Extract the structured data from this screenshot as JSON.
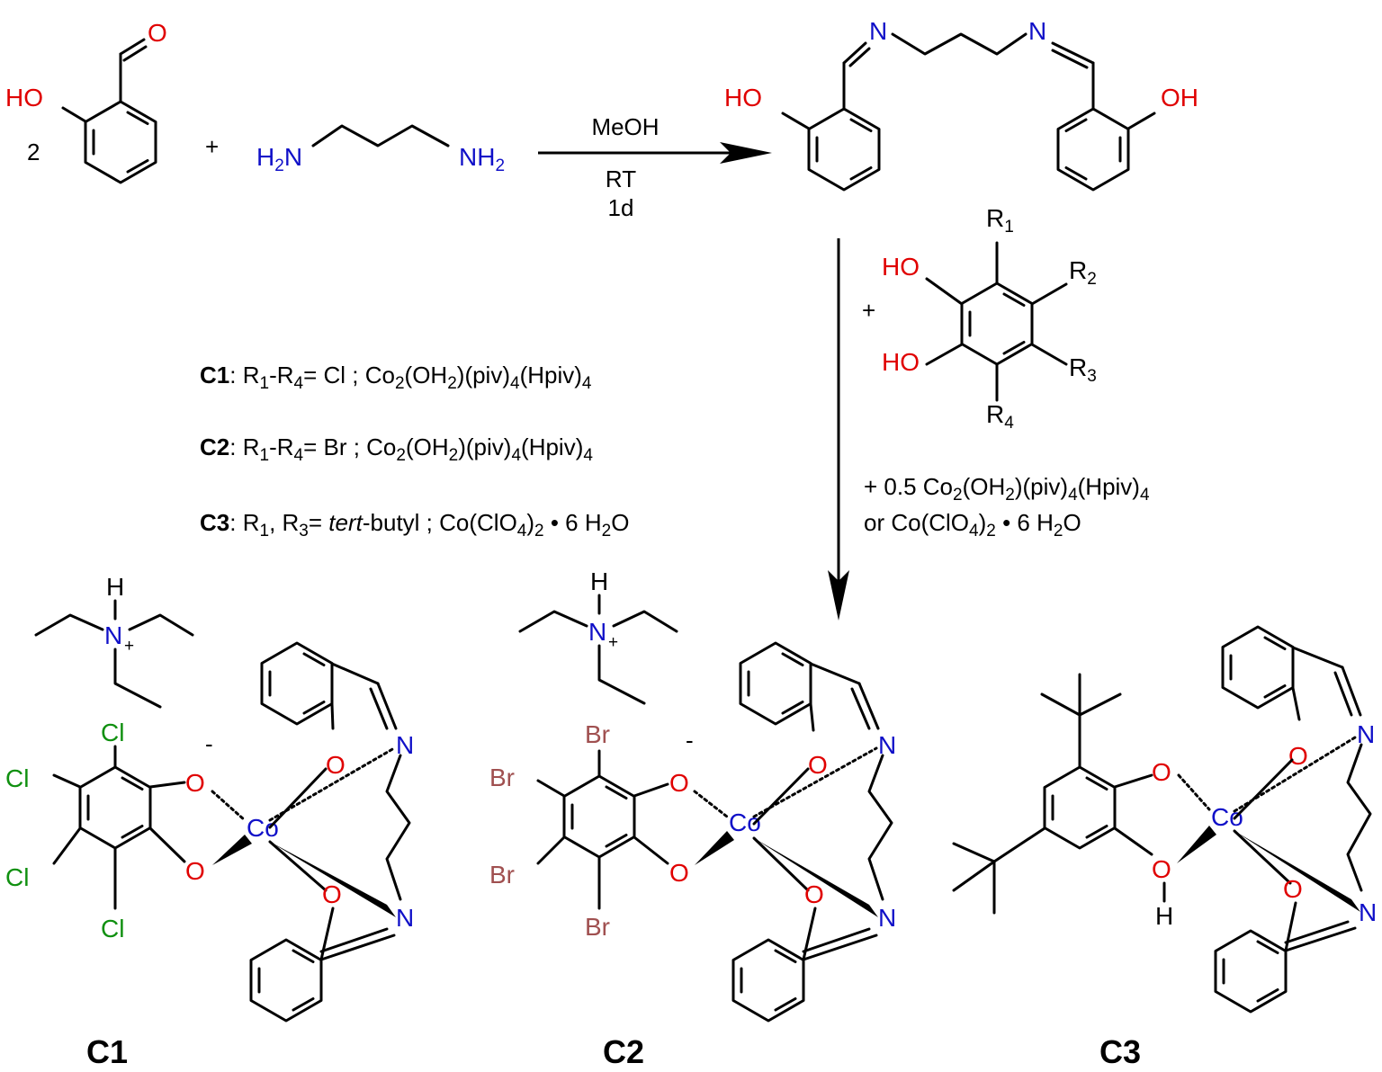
{
  "colors": {
    "oxygen": "#e00000",
    "nitrogen": "#1010c8",
    "cobalt": "#1010c8",
    "chlorine": "#109010",
    "bromine": "#a05050",
    "bond": "#000000"
  },
  "step1": {
    "reagent_count": "2",
    "plus": "+",
    "conditions": [
      "MeOH",
      "RT",
      "1d"
    ]
  },
  "step2": {
    "plus": "+",
    "metal_source_line1": "+ 0.5 Co2(OH2)(piv)4(Hpiv)4",
    "metal_source_line2": "or Co(ClO4)2 • 6 H2O"
  },
  "legend": [
    {
      "id": "C1",
      "text": ": R1-R4= Cl ; Co2(OH2)(piv)4(Hpiv)4"
    },
    {
      "id": "C2",
      "text": ": R1-R4= Br ; Co2(OH2)(piv)4(Hpiv)4"
    },
    {
      "id": "C3",
      "text": ": R1, R3= tert-butyl ; Co(ClO4)2 • 6 H2O"
    }
  ],
  "atoms": {
    "O": "O",
    "HO": "HO",
    "OH": "OH",
    "N": "N",
    "H": "H",
    "Co": "Co",
    "Cl": "Cl",
    "Br": "Br",
    "charge_minus": "-",
    "charge_plus": "+",
    "H2N": "H2N",
    "NH2": "NH2",
    "R1": "R1",
    "R2": "R2",
    "R3": "R3",
    "R4": "R4"
  },
  "compound_labels": [
    "C1",
    "C2",
    "C3"
  ]
}
